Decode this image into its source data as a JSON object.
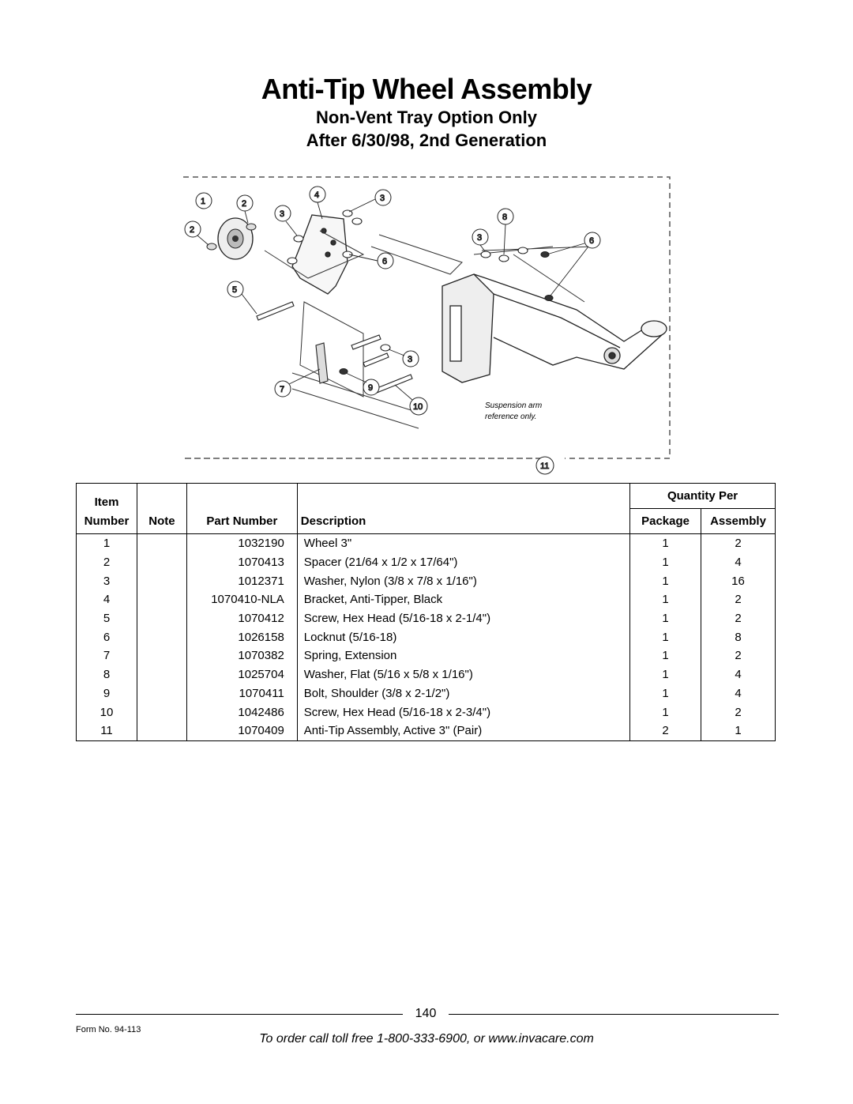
{
  "header": {
    "title": "Anti-Tip Wheel Assembly",
    "subtitle_1": "Non-Vent Tray Option Only",
    "subtitle_2": "After 6/30/98, 2nd Generation"
  },
  "figure": {
    "callouts": [
      "1",
      "2",
      "2",
      "3",
      "3",
      "3",
      "4",
      "3",
      "8",
      "6",
      "6",
      "5",
      "7",
      "9",
      "10",
      "11"
    ],
    "note_line1": "Suspension arm",
    "note_line2": "reference only."
  },
  "table": {
    "headers": {
      "item": "Item",
      "number": "Number",
      "note": "Note",
      "part_number": "Part Number",
      "description": "Description",
      "quantity_per": "Quantity Per",
      "package": "Package",
      "assembly": "Assembly"
    },
    "rows": [
      {
        "item": "1",
        "note": "",
        "part": "1032190",
        "desc": "Wheel  3\"",
        "package": "1",
        "assembly": "2"
      },
      {
        "item": "2",
        "note": "",
        "part": "1070413",
        "desc": "Spacer (21/64 x 1/2 x 17/64\")",
        "package": "1",
        "assembly": "4"
      },
      {
        "item": "3",
        "note": "",
        "part": "1012371",
        "desc": "Washer, Nylon (3/8 x 7/8 x 1/16\")",
        "package": "1",
        "assembly": "16"
      },
      {
        "item": "4",
        "note": "",
        "part": "1070410-NLA",
        "desc": "Bracket, Anti-Tipper, Black",
        "package": "1",
        "assembly": "2"
      },
      {
        "item": "5",
        "note": "",
        "part": "1070412",
        "desc": "Screw, Hex Head (5/16-18 x 2-1/4\")",
        "package": "1",
        "assembly": "2"
      },
      {
        "item": "6",
        "note": "",
        "part": "1026158",
        "desc": "Locknut (5/16-18)",
        "package": "1",
        "assembly": "8"
      },
      {
        "item": "7",
        "note": "",
        "part": "1070382",
        "desc": "Spring, Extension",
        "package": "1",
        "assembly": "2"
      },
      {
        "item": "8",
        "note": "",
        "part": "1025704",
        "desc": "Washer, Flat (5/16 x 5/8 x 1/16\")",
        "package": "1",
        "assembly": "4"
      },
      {
        "item": "9",
        "note": "",
        "part": "1070411",
        "desc": "Bolt, Shoulder (3/8 x 2-1/2\")",
        "package": "1",
        "assembly": "4"
      },
      {
        "item": "10",
        "note": "",
        "part": "1042486",
        "desc": "Screw, Hex Head (5/16-18 x 2-3/4\")",
        "package": "1",
        "assembly": "2"
      },
      {
        "item": "11",
        "note": "",
        "part": "1070409",
        "desc": "Anti-Tip Assembly, Active 3\" (Pair)",
        "package": "2",
        "assembly": "1"
      }
    ]
  },
  "footer": {
    "page_number": "140",
    "form_no": "Form No.  94-113",
    "order_text": "To order call toll free 1-800-333-6900, or www.invacare.com"
  }
}
